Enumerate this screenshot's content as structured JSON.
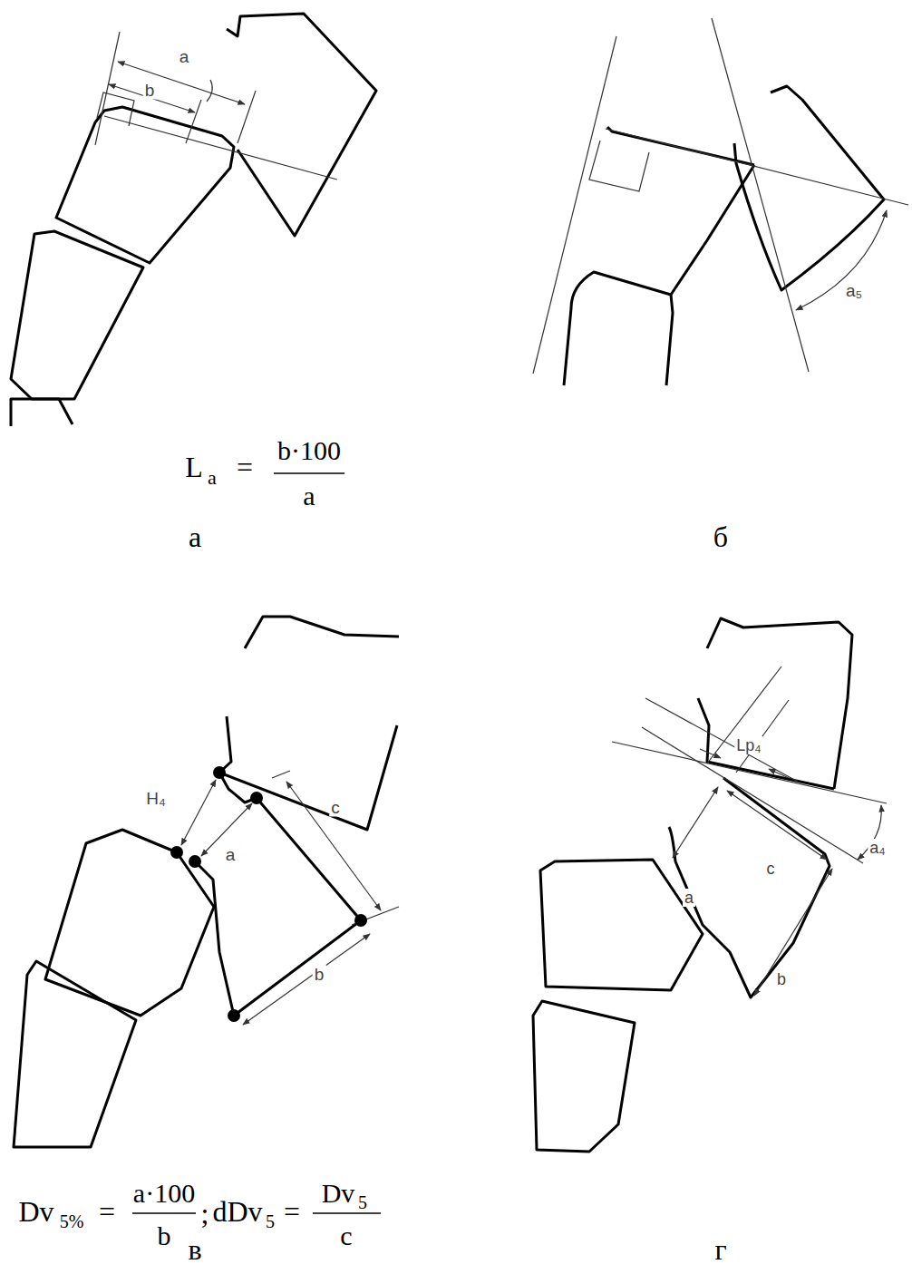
{
  "diagram": {
    "labels": [
      "a",
      "b",
      "а",
      "L",
      "a",
      "=",
      "b·100",
      "a",
      "б",
      "a₅",
      "H₄",
      "a",
      "c",
      "b",
      "Dv",
      "5%",
      "=",
      "a·100",
      "b",
      ";",
      "dDv",
      "5",
      "=",
      "Dv",
      "5",
      "c",
      "в",
      "Lp₄",
      "a",
      "c",
      "b",
      "a₄",
      "г"
    ]
  }
}
